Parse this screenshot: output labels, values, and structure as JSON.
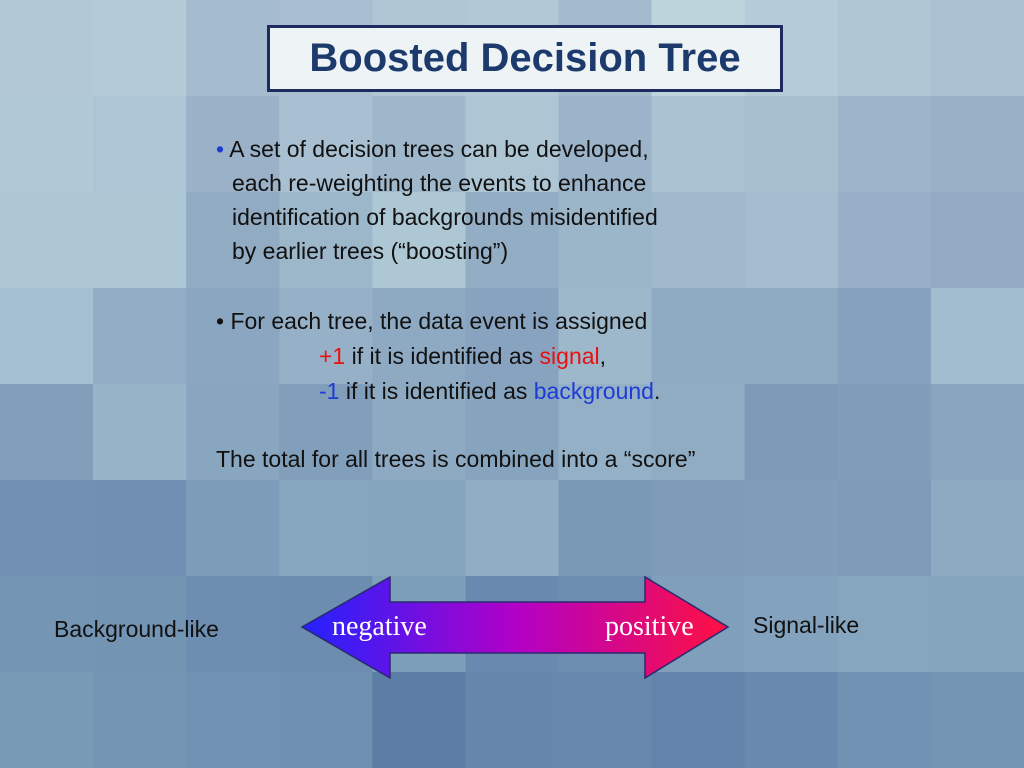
{
  "slide": {
    "title": "Boosted Decision Tree",
    "bullet1": {
      "marker": "•",
      "lines": [
        "A set of decision trees can be developed,",
        "each re-weighting the events to enhance",
        "identification of backgrounds misidentified",
        "by earlier trees    (“boosting”)"
      ]
    },
    "bullet2": {
      "intro": "• For each tree, the data event is assigned",
      "plus_value": "+1",
      "plus_text": " if it is identified as ",
      "plus_word": "signal",
      "plus_end": ",",
      "minus_value": "-1",
      "minus_text": " if it is identified as ",
      "minus_word": "background",
      "minus_end": "."
    },
    "summary": "The total for all trees is combined into a “score”",
    "scale": {
      "left_label": "Background-like",
      "right_label": "Signal-like",
      "negative": "negative",
      "positive": "positive"
    },
    "colors": {
      "title_text": "#1d3a6c",
      "title_border": "#1f2a5e",
      "plus": "#e81010",
      "minus": "#1f3bd6",
      "arrow_start": "#2222ff",
      "arrow_mid": "#b200c8",
      "arrow_end": "#ff1040"
    }
  }
}
